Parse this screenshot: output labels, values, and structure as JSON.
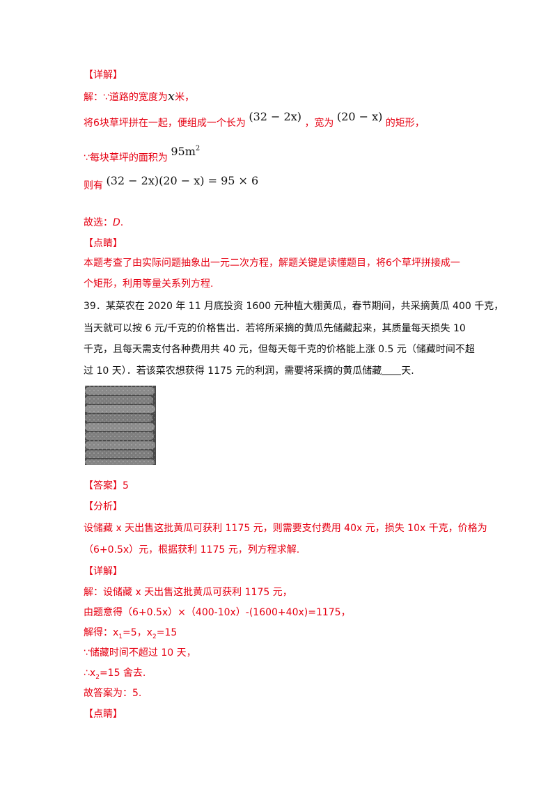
{
  "section1": {
    "detail_heading": "【详解】",
    "l1_pre": "解：∵道路的宽度为",
    "l1_var": "x",
    "l1_post": "米，",
    "l2_pre": "将6块草坪拼在一起，便组成一个长为",
    "l2_math1": "(32 − 2x)",
    "l2_mid": "，宽为",
    "l2_math2": "(20 − x)",
    "l2_post": "的矩形，",
    "l3_pre": "∵每块草坪的面积为",
    "l3_math": "95m",
    "l3_sup": "2",
    "l4_pre": "则有",
    "l4_math": "(32 − 2x)(20 − x) = 95 × 6",
    "choice_pre": "故选：",
    "choice": "D",
    "choice_post": ".",
    "comment_heading": "【点睛】",
    "comment_l1": "本题考查了由实际问题抽象出一元二次方程，解题关键是读懂题目，将6个草坪拼接成一",
    "comment_l2": "个矩形，利用等量关系列方程."
  },
  "q39": {
    "l1": "39．某菜农在 2020 年 11 月底投资 1600 元种植大棚黄瓜，春节期间，共采摘黄瓜 400 千克，",
    "l2": "当天就可以按 6 元/千克的价格售出．若将所采摘的黄瓜先储藏起来，其质量每天损失 10",
    "l3": "千克，且每天需支付各种费用共 40 元，但每天每千克的价格能上涨 0.5 元（储藏时间不超",
    "l4_pre": "过 10 天）．若该菜农想获得 1175 元的利润，需要将采摘的黄瓜储藏",
    "l4_post": "天."
  },
  "answer": {
    "heading": "【答案】",
    "value": "5"
  },
  "analysis": {
    "heading": "【分析】",
    "l1": "设储藏 x 天出售这批黄瓜可获利 1175 元，则需要支付费用 40x 元，损失 10x 千克，价格为",
    "l2": "（6+0.5x）元，根据获利 1175 元，列方程求解."
  },
  "detail2": {
    "heading": "【详解】",
    "l1": "解：设储藏 x 天出售这批黄瓜可获利 1175 元，",
    "l2": "由题意得（6+0.5x）×（400-10x）-(1600+40x)=1175，",
    "l3_pre": "解得：x",
    "l3_s1": "1",
    "l3_mid": "=5，x",
    "l3_s2": "2",
    "l3_post": "=15",
    "l4": "∵储藏时间不超过 10 天，",
    "l5_pre": "∴x",
    "l5_sub": "2",
    "l5_post": "=15 舍去.",
    "l6": "故答案为：5."
  },
  "final_heading": "【点睛】"
}
